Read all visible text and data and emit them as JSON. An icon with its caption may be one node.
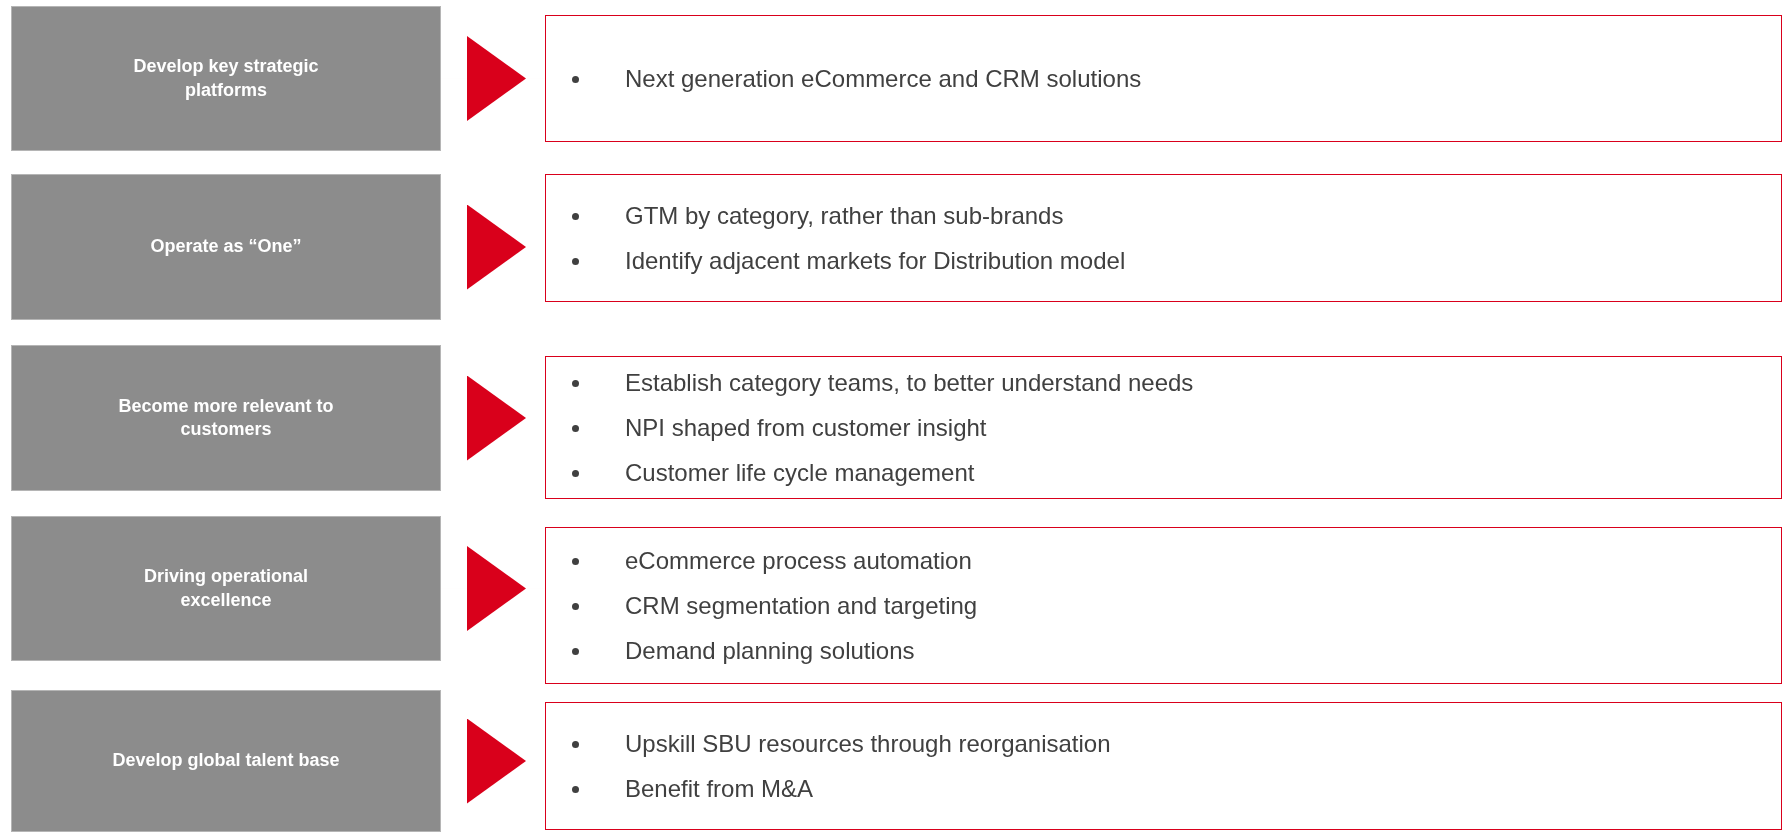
{
  "diagram": {
    "nodes": [
      {
        "text": [
          "Develop key strategic platforms"
        ]
      },
      {
        "text": [
          "Next generation eCommerce and CRM solutions"
        ]
      },
      {
        "text": [
          "Operate as “One”"
        ]
      },
      {
        "text": [
          "GTM by category, rather than sub-brands",
          "Identify adjacent markets for Distribution model"
        ]
      },
      {
        "text": [
          "Become more relevant to customers"
        ]
      },
      {
        "text": [
          "Establish category teams, to better understand needs",
          "NPI shaped from customer insight",
          "Customer life cycle management"
        ]
      },
      {
        "text": [
          "Driving operational excellence"
        ]
      },
      {
        "text": [
          "eCommerce process automation",
          "CRM segmentation and targeting",
          "Demand planning solutions"
        ]
      },
      {
        "text": [
          "Develop global talent base"
        ]
      },
      {
        "text": [
          "Upskill SBU resources through reorganisation",
          "Benefit from M&A"
        ]
      }
    ],
    "edges": [
      {
        "from": 0,
        "to": 1,
        "arrow": "to"
      },
      {
        "from": 2,
        "to": 3,
        "arrow": "to"
      },
      {
        "from": 4,
        "to": 5,
        "arrow": "to"
      },
      {
        "from": 6,
        "to": 7,
        "arrow": "to"
      },
      {
        "from": 8,
        "to": 9,
        "arrow": "to"
      }
    ]
  }
}
